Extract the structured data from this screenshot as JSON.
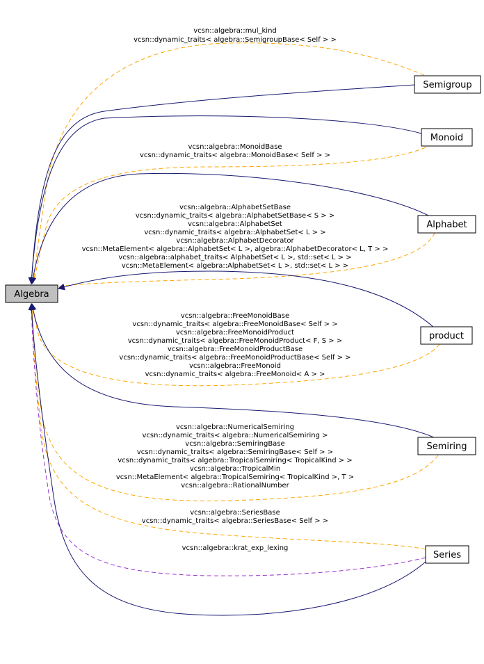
{
  "colors": {
    "inheritance_edge": "#191970",
    "usage_edge": "#ffa500",
    "template_edge": "#9a32cd",
    "root_fill": "#bfbfbf"
  },
  "nodes": {
    "algebra": "Algebra",
    "semigroup": "Semigroup",
    "monoid": "Monoid",
    "alphabet": "Alphabet",
    "product": "product",
    "semiring": "Semiring",
    "series": "Series"
  },
  "labels": {
    "semigroup": [
      "vcsn::algebra::mul_kind",
      "vcsn::dynamic_traits< algebra::SemigroupBase< Self > >"
    ],
    "monoid": [
      "vcsn::algebra::MonoidBase",
      "vcsn::dynamic_traits< algebra::MonoidBase< Self > >"
    ],
    "alphabet": [
      "vcsn::algebra::AlphabetSetBase",
      "vcsn::dynamic_traits< algebra::AlphabetSetBase< S > >",
      "vcsn::algebra::AlphabetSet",
      "vcsn::dynamic_traits< algebra::AlphabetSet< L > >",
      "vcsn::algebra::AlphabetDecorator",
      "vcsn::MetaElement< algebra::AlphabetSet< L >, algebra::AlphabetDecorator< L, T > >",
      "vcsn::algebra::alphabet_traits< AlphabetSet< L >, std::set< L > >",
      "vcsn::MetaElement< algebra::AlphabetSet< L >, std::set< L > >"
    ],
    "product": [
      "vcsn::algebra::FreeMonoidBase",
      "vcsn::dynamic_traits< algebra::FreeMonoidBase< Self > >",
      "vcsn::algebra::FreeMonoidProduct",
      "vcsn::dynamic_traits< algebra::FreeMonoidProduct< F, S > >",
      "vcsn::algebra::FreeMonoidProductBase",
      "vcsn::dynamic_traits< algebra::FreeMonoidProductBase< Self > >",
      "vcsn::algebra::FreeMonoid",
      "vcsn::dynamic_traits< algebra::FreeMonoid< A > >"
    ],
    "semiring": [
      "vcsn::algebra::NumericalSemiring",
      "vcsn::dynamic_traits< algebra::NumericalSemiring >",
      "vcsn::algebra::SemiringBase",
      "vcsn::dynamic_traits< algebra::SemiringBase< Self > >",
      "vcsn::dynamic_traits< algebra::TropicalSemiring< TropicalKind > >",
      "vcsn::algebra::TropicalMin",
      "vcsn::MetaElement< algebra::TropicalSemiring< TropicalKind >, T >",
      "vcsn::algebra::RationalNumber"
    ],
    "series": [
      "vcsn::algebra::SeriesBase",
      "vcsn::dynamic_traits< algebra::SeriesBase< Self > >"
    ],
    "series_template": [
      "vcsn::algebra::krat_exp_lexing"
    ]
  }
}
